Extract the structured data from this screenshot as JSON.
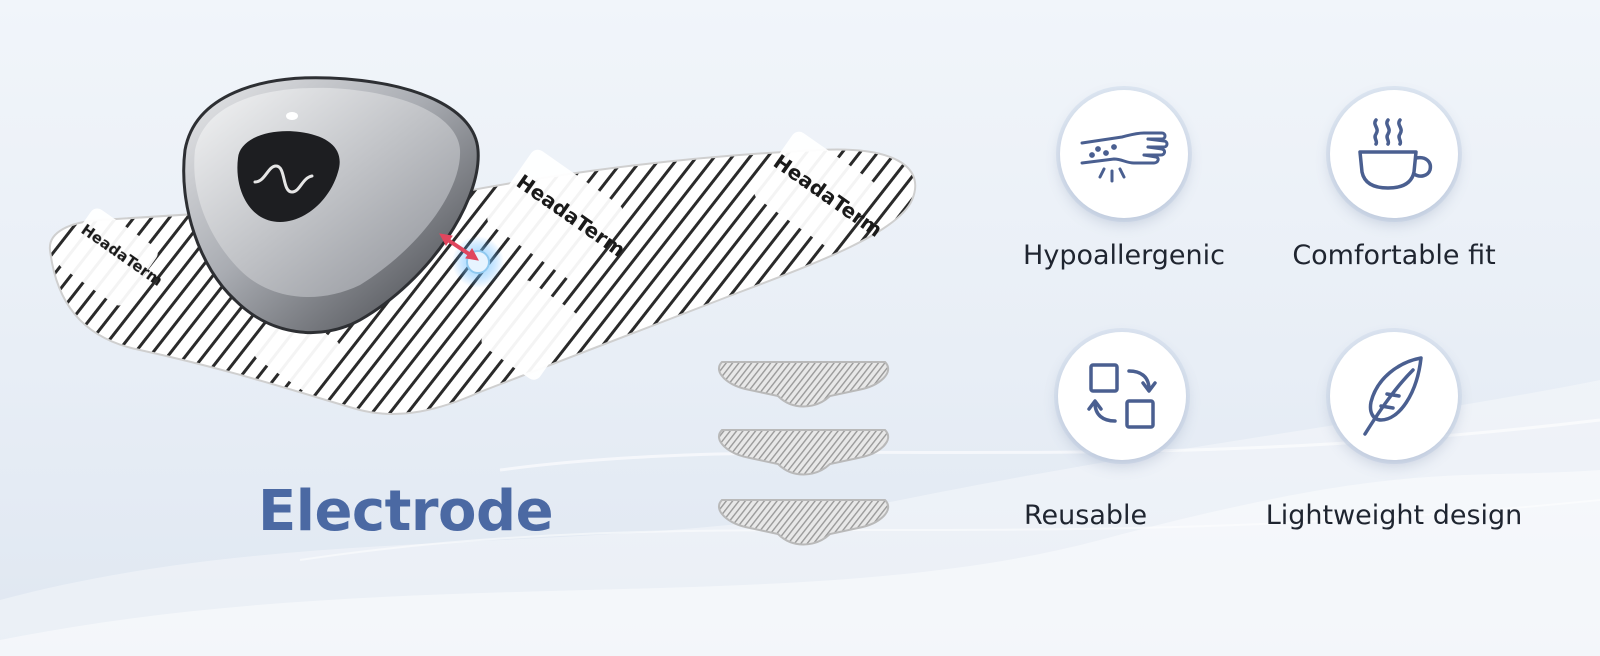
{
  "headline": "Electrode",
  "brand_print": "HeadaTerm",
  "features": [
    {
      "label": "Hypoallergenic",
      "icon": "arm-skin-icon"
    },
    {
      "label": "Comfortable fit",
      "icon": "coffee-cup-icon"
    },
    {
      "label": "Reusable",
      "icon": "recycle-arrows-icon"
    },
    {
      "label": "Lightweight design",
      "icon": "feather-icon"
    }
  ],
  "colors": {
    "headline": "#4b69a3",
    "icon_stroke": "#4a5f90",
    "label_text": "#1f2530",
    "accent_arrow": "#e0465e"
  }
}
